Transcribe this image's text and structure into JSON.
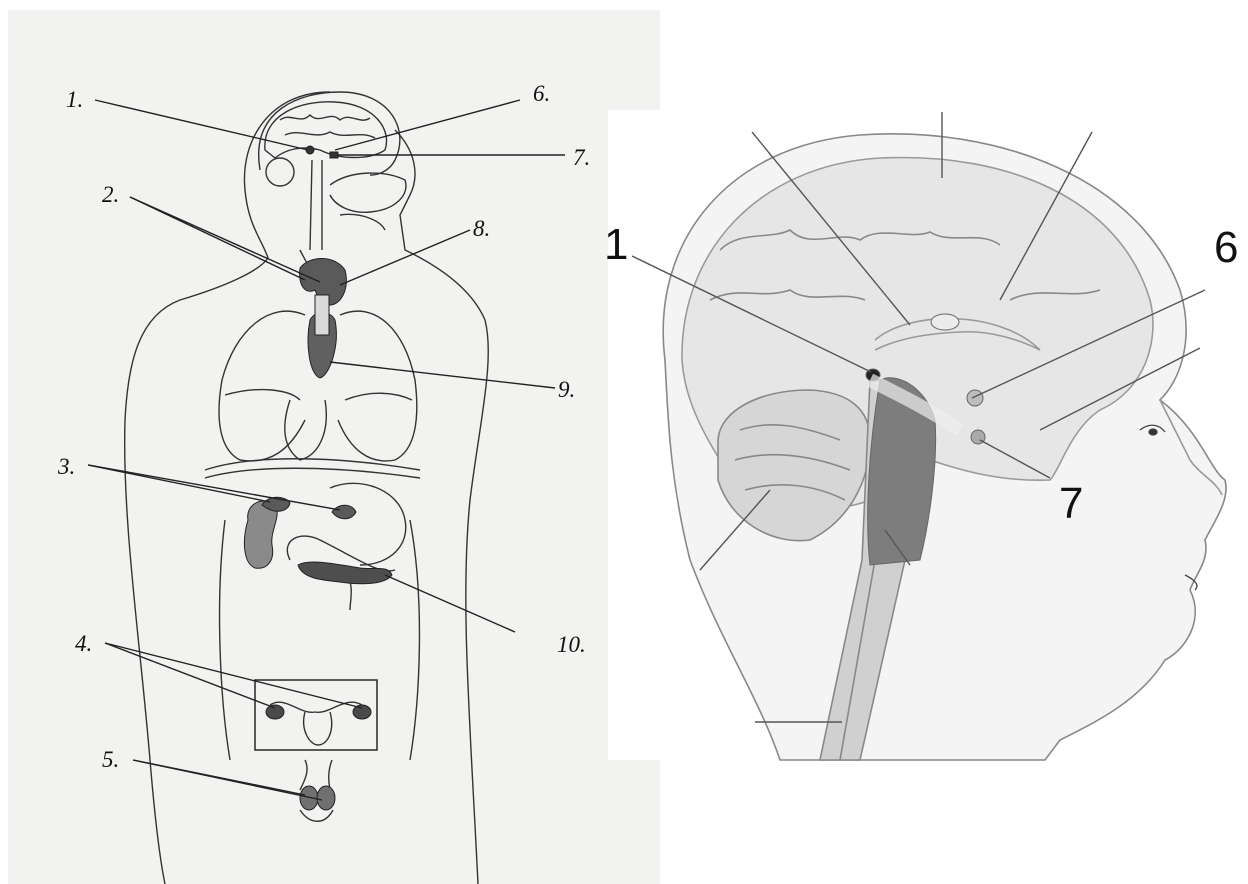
{
  "left_diagram": {
    "labels": [
      {
        "id": "l1",
        "text": "1."
      },
      {
        "id": "l2",
        "text": "2."
      },
      {
        "id": "l3",
        "text": "3."
      },
      {
        "id": "l4",
        "text": "4."
      },
      {
        "id": "l5",
        "text": "5."
      },
      {
        "id": "l6",
        "text": "6."
      },
      {
        "id": "l7",
        "text": "7."
      },
      {
        "id": "l8",
        "text": "8."
      },
      {
        "id": "l9",
        "text": "9."
      },
      {
        "id": "l10",
        "text": "10."
      }
    ]
  },
  "right_diagram": {
    "labels": [
      {
        "id": "r1",
        "text": "1"
      },
      {
        "id": "r6",
        "text": "6"
      },
      {
        "id": "r7",
        "text": "7"
      }
    ]
  },
  "colors": {
    "line": "#222222",
    "gland": "#6a6a6a",
    "brainstem": "#7d7d7d",
    "skin": "#e9e9e9"
  }
}
